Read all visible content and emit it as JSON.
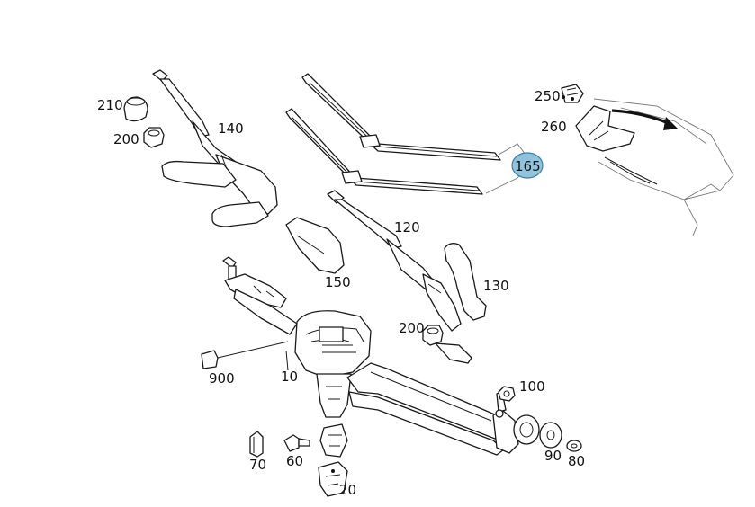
{
  "diagram": {
    "callouts": [
      {
        "id": "210",
        "label": "210"
      },
      {
        "id": "200a",
        "label": "200"
      },
      {
        "id": "140",
        "label": "140"
      },
      {
        "id": "165",
        "label": "165",
        "highlight": "#8fc4dc"
      },
      {
        "id": "250",
        "label": "250"
      },
      {
        "id": "260",
        "label": "260"
      },
      {
        "id": "120",
        "label": "120"
      },
      {
        "id": "150",
        "label": "150"
      },
      {
        "id": "130",
        "label": "130"
      },
      {
        "id": "200b",
        "label": "200"
      },
      {
        "id": "900",
        "label": "900"
      },
      {
        "id": "10",
        "label": "10"
      },
      {
        "id": "100",
        "label": "100"
      },
      {
        "id": "70",
        "label": "70"
      },
      {
        "id": "60",
        "label": "60"
      },
      {
        "id": "90",
        "label": "90"
      },
      {
        "id": "80",
        "label": "80"
      },
      {
        "id": "20",
        "label": "20"
      }
    ]
  }
}
